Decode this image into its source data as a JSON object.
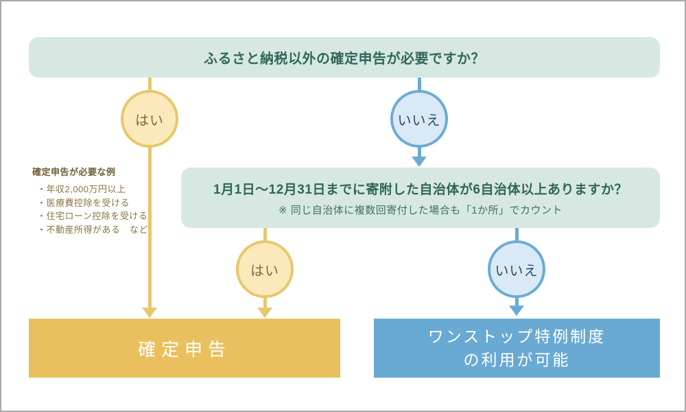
{
  "page": {
    "background": "#ffffff",
    "frame_border_color": "#a8a8a8"
  },
  "colors": {
    "banner_bg": "#d7e8e3",
    "banner_text": "#2f6657",
    "yes_fill": "#fbe9bb",
    "yes_line": "#e8c76b",
    "yes_text": "#7e6c44",
    "yes_result_bg": "#eac05f",
    "no_fill": "#d9eaf6",
    "no_line": "#6babd6",
    "no_text": "#2c4a6e",
    "no_result_bg": "#68aad3",
    "note_text": "#8a7442",
    "result_text": "#ffffff"
  },
  "flowchart": {
    "question1": "ふるさと納税以外の確定申告が必要ですか？",
    "branch1_yes": "はい",
    "branch1_no": "いいえ",
    "question2": "1月1日～12月31日までに寄附した自治体が6自治体以上ありますか？",
    "question2_note": "※ 同じ自治体に複数回寄付した場合も「1か所」でカウント",
    "branch2_yes": "はい",
    "branch2_no": "いいえ",
    "result_yes": "確定申告",
    "result_no_line1": "ワンストップ特例制度",
    "result_no_line2": "の利用が可能"
  },
  "side_note": {
    "title": "確定申告が必要な例",
    "items": [
      "・年収2,000万円以上",
      "・医療費控除を受ける",
      "・住宅ローン控除を受ける",
      "・不動産所得がある　など"
    ]
  }
}
